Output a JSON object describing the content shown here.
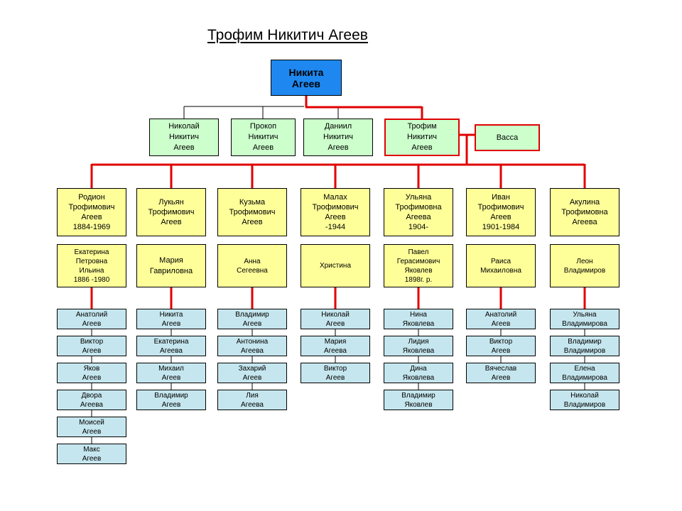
{
  "title": "Трофим Никитич Агеев",
  "root": "Никита\nАгеев",
  "gen1": [
    "Николай\nНикитич\nАгеев",
    "Прокоп\nНикитич\nАгеев",
    "Даниил\nНикитич\nАгеев",
    "Трофим\nНикитич\nАгеев"
  ],
  "spouse_trofim": "Васса",
  "gen2": [
    "Родион\nТрофимович\nАгеев\n1884-1969",
    "Лукьян\nТрофимович\nАгеев",
    "Кузьма\nТрофимович\nАгеев",
    "Малах\nТрофимович\nАгеев\n-1944",
    "Ульяна\nТрофимовна\nАгеева\n1904-",
    "Иван\nТрофимович\nАгеев\n1901-1984",
    "Акулина\nТрофимовна\nАгеева"
  ],
  "spouses": [
    "Екатерина\nПетровна\nИльина\n1886 -1980",
    "Мария\nГавриловна",
    "Анна\nСегеевна",
    "Христина",
    "Павел\nГерасимович\nЯковлев\n1898г. р.",
    "Раиса\nМихаиловна",
    "Леон\nВладимиров"
  ],
  "gen3": [
    [
      "Анатолий\nАгеев",
      "Виктор\nАгеев",
      "Яков\nАгеев",
      "Двора\nАгеева",
      "Моисей\nАгеев",
      "Макс\nАгеев"
    ],
    [
      "Никита\nАгеев",
      "Екатерина\nАгеева",
      "Михаил\nАгеев",
      "Владимир\nАгеев"
    ],
    [
      "Владимир\nАгеев",
      "Антонина\nАгеева",
      "Захарий\nАгеев",
      "Лия\nАгеева"
    ],
    [
      "Николай\nАгеев",
      "Мария\nАгеева",
      "Виктор\nАгеев"
    ],
    [
      "Нина\nЯковлева",
      "Лидия\nЯковлева",
      "Дина\nЯковлева",
      "Владимир\nЯковлев"
    ],
    [
      "Анатолий\nАгеев",
      "Виктор\nАгеев",
      "Вячеслав\nАгеев"
    ],
    [
      "Ульяна\nВладимирова",
      "Владимир\nВладимиров",
      "Елена\nВладимирова",
      "Николай\nВладимиров"
    ]
  ],
  "colors": {
    "highlight_line": "#e00000",
    "root_fill": "#1e88f0",
    "gen1_fill": "#ccffcc",
    "gen2_fill": "#ffff99",
    "gen3_fill": "#c5e6ee"
  }
}
